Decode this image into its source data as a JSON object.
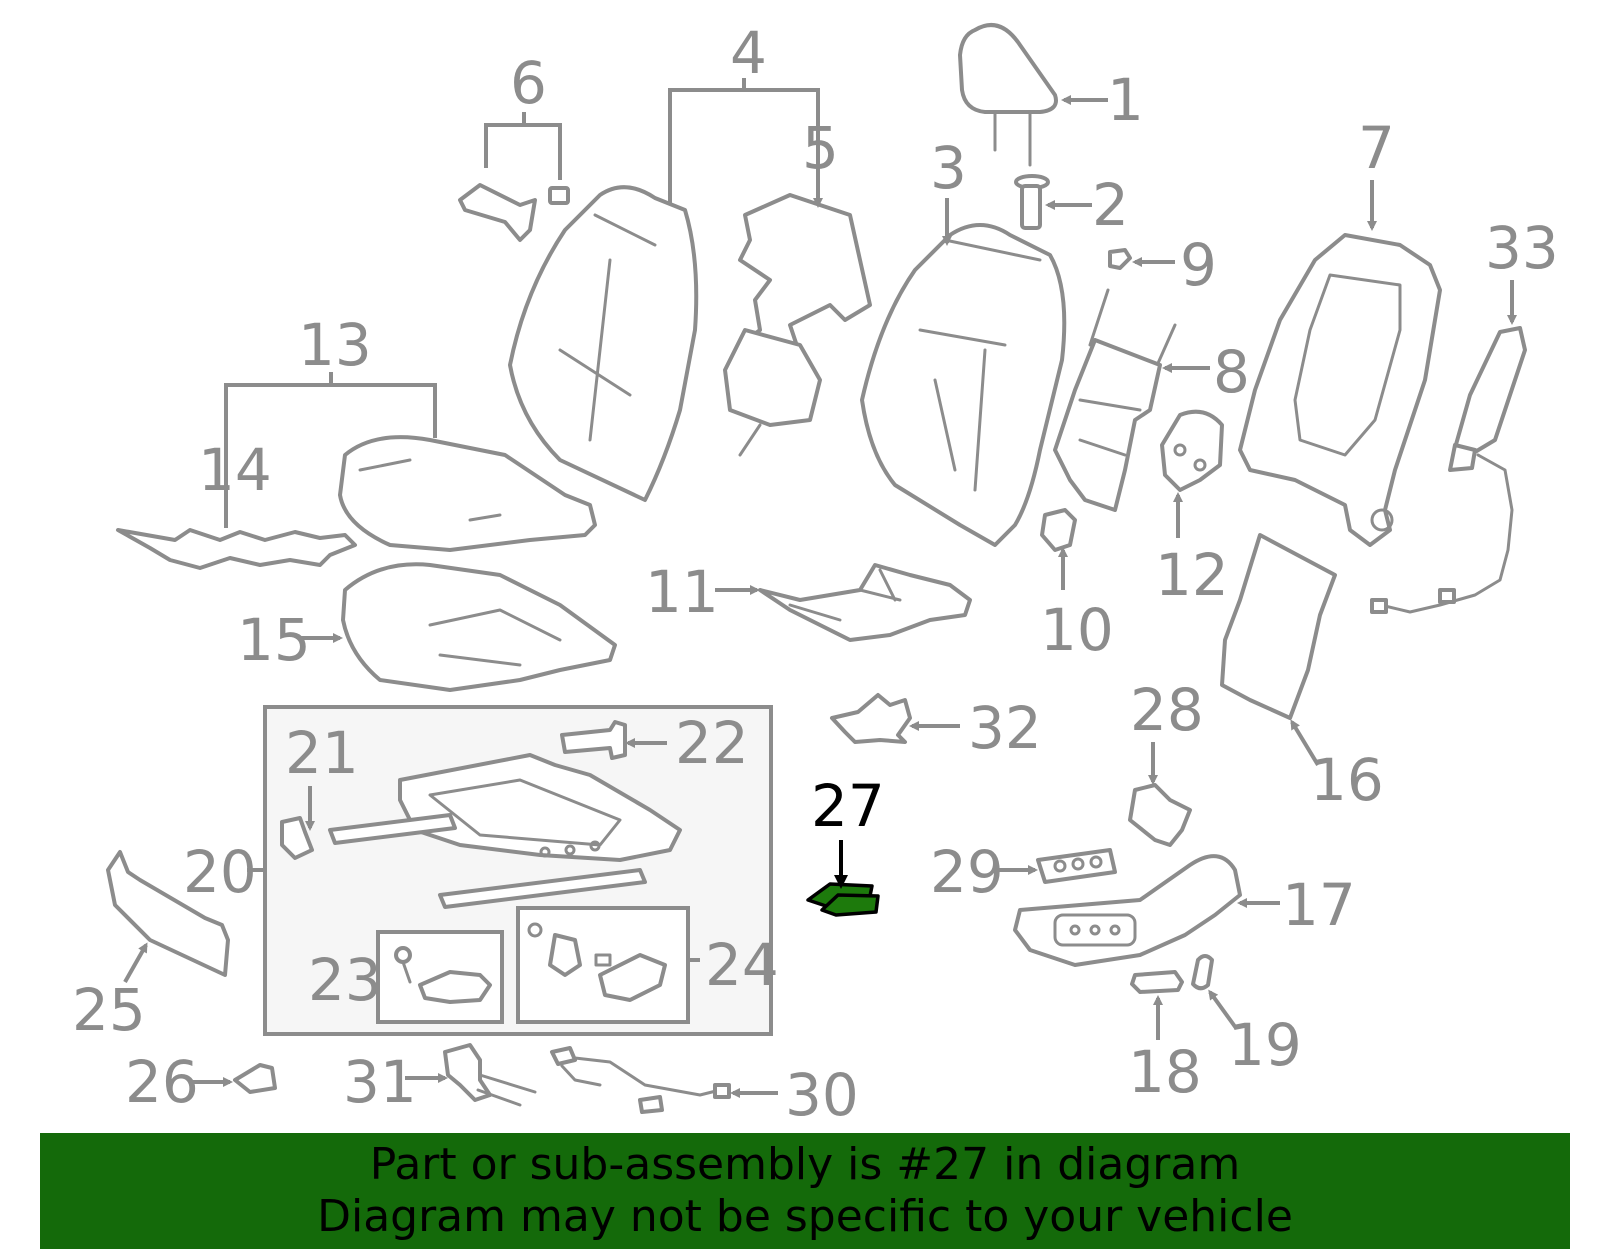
{
  "diagram": {
    "highlight_color": "#1d7a0c",
    "banner_color": "#146a0a",
    "highlighted_callout": "27",
    "callouts": {
      "c1": "1",
      "c2": "2",
      "c3": "3",
      "c4": "4",
      "c5": "5",
      "c6": "6",
      "c7": "7",
      "c8": "8",
      "c9": "9",
      "c10": "10",
      "c11": "11",
      "c12": "12",
      "c13": "13",
      "c14": "14",
      "c15": "15",
      "c16": "16",
      "c17": "17",
      "c18": "18",
      "c19": "19",
      "c20": "20",
      "c21": "21",
      "c22": "22",
      "c23": "23",
      "c24": "24",
      "c25": "25",
      "c26": "26",
      "c27": "27",
      "c28": "28",
      "c29": "29",
      "c30": "30",
      "c31": "31",
      "c32": "32",
      "c33": "33"
    }
  },
  "banner": {
    "line1": "Part or sub-assembly is #27 in diagram",
    "line2": "Diagram may not be specific to your vehicle"
  }
}
